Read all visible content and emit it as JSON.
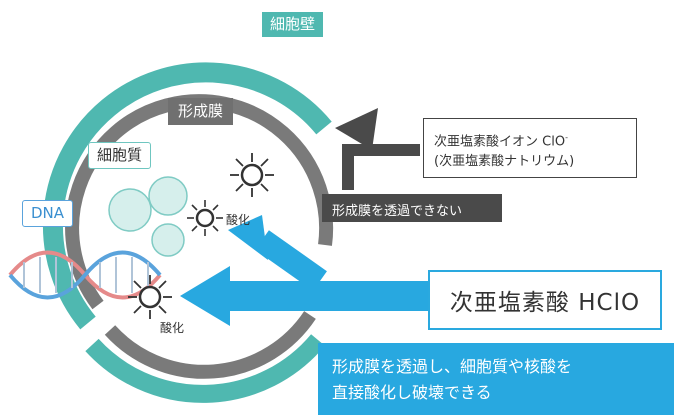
{
  "labels": {
    "cell_wall": "細胞壁",
    "membrane": "形成膜",
    "cytoplasm": "細胞質",
    "dna": "DNA",
    "oxidation_1": "酸化",
    "oxidation_2": "酸化"
  },
  "hypochlorite_ion": {
    "line1_text": "次亜塩素酸イオン ClO",
    "line1_sup": "-",
    "line2": "(次亜塩素酸ナトリウム)"
  },
  "blocked_text": "形成膜を透過できない",
  "hclo_label": "次亜塩素酸 HClO",
  "penetration_text": {
    "line1": "形成膜を透過し、細胞質や核酸を",
    "line2": "直接酸化し破壊できる"
  },
  "colors": {
    "teal": "#4fb8b0",
    "gray": "#7a7a7a",
    "blue": "#28a8e0",
    "dark": "#4a4a4a"
  }
}
